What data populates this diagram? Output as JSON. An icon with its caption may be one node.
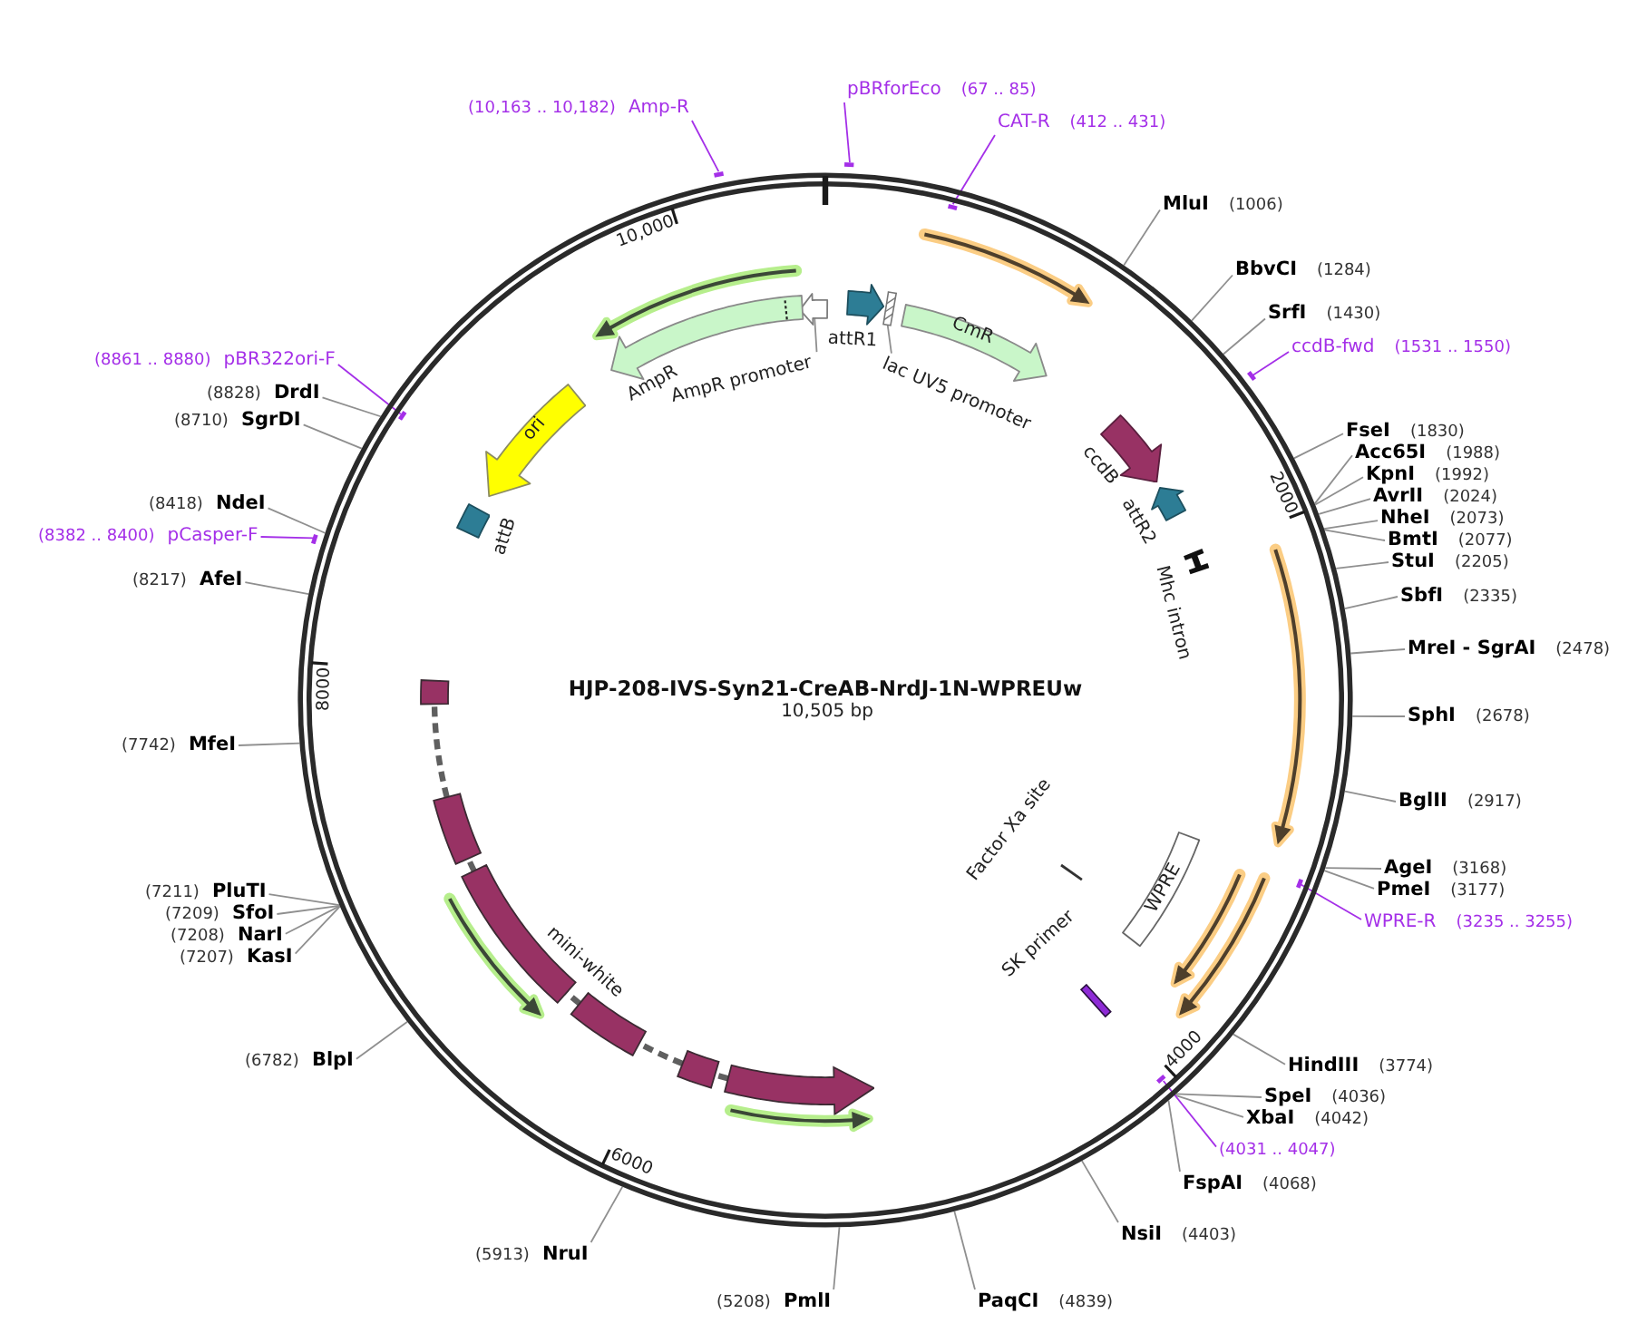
{
  "diagram": {
    "title": "HJP-208-IVS-Syn21-CreAB-NrdJ-1N-WPREUw",
    "nodes": [
      {
        "text": [],
        "shape": "circle"
      },
      {
        "text": [
          "pBRforEco",
          "(67 .. 85)"
        ]
      },
      {
        "text": [],
        "shape": "bar"
      },
      {
        "text": [
          "CAT-R",
          "(412 .. 431)"
        ]
      },
      {
        "text": [],
        "shape": "bar",
        "in": 0
      },
      {
        "text": [
          "MluI",
          "(1006)"
        ]
      },
      {
        "text": [
          "BbvCI",
          "(1284)"
        ]
      },
      {
        "text": [
          "SrfI",
          "(1430)"
        ]
      },
      {
        "text": [
          "ccdB-fwd",
          "(1531 .. 1550)"
        ]
      },
      {
        "text": [],
        "shape": "bar",
        "in": 0
      },
      {
        "text": [
          "FseI",
          "(1830)"
        ]
      },
      {
        "text": [
          "Acc65I",
          "(1988)"
        ]
      },
      {
        "text": [
          "KpnI",
          "(1992)"
        ]
      },
      {
        "text": [
          "AvrII",
          "(2024)"
        ]
      },
      {
        "text": [
          "NheI",
          "(2073)"
        ]
      },
      {
        "text": [
          "BmtI",
          "(2077)"
        ]
      },
      {
        "text": [
          "StuI",
          "(2205)"
        ]
      },
      {
        "text": [
          "SbfI",
          "(2335)"
        ]
      },
      {
        "text": [
          "MreI - SgrAI",
          "(2478)"
        ]
      },
      {
        "text": [
          "SphI",
          "(2678)"
        ]
      },
      {
        "text": [
          "BglII",
          "(2917)"
        ]
      },
      {
        "text": [
          "AgeI",
          "(3168)"
        ]
      },
      {
        "text": [
          "PmeI",
          "(3177)"
        ]
      },
      {
        "text": [
          "WPRE-R",
          "(3235 .. 3255)"
        ]
      },
      {
        "text": [],
        "shape": "bar",
        "in": 0
      },
      {
        "text": [
          "HindIII",
          "(3774)"
        ]
      },
      {
        "text": [
          "SpeI",
          "(4036)"
        ]
      },
      {
        "text": [
          "XbaI",
          "(4042)"
        ]
      },
      {
        "text": [
          "(4031 .. 4047)"
        ]
      },
      {
        "text": [],
        "shape": "bar",
        "in": 0
      },
      {
        "text": [
          "FspAI",
          "(4068)"
        ]
      },
      {
        "text": [
          "NsiI",
          "(4403)"
        ]
      },
      {
        "text": [
          "PaqCI",
          "(4839)"
        ]
      },
      {
        "text": [
          "(5208)",
          "PmlI"
        ]
      },
      {
        "text": [
          "(5913)",
          "NruI"
        ]
      },
      {
        "text": [
          "(6782)",
          "BlpI"
        ]
      },
      {
        "text": [
          "(7211)",
          "PluTI"
        ]
      },
      {
        "text": [
          "(7209)",
          "SfoI"
        ]
      },
      {
        "text": [
          "(7208)",
          "NarI"
        ]
      },
      {
        "text": [
          "(7207)",
          "KasI"
        ]
      },
      {
        "text": [
          "(7742)",
          "MfeI"
        ]
      },
      {
        "text": [
          "(8217)",
          "AfeI"
        ]
      },
      {
        "text": [
          "(8382 .. 8400)",
          "pCasper-F"
        ]
      },
      {
        "text": [],
        "shape": "bar",
        "in": 0
      },
      {
        "text": [
          "(8418)",
          "NdeI"
        ]
      },
      {
        "text": [
          "(8710)",
          "SgrDI"
        ]
      },
      {
        "text": [
          "(8828)",
          "DrdI"
        ]
      },
      {
        "text": [
          "(8861 .. 8880)",
          "pBR322ori-F"
        ]
      },
      {
        "text": [],
        "shape": "bar",
        "in": 0
      },
      {
        "text": [
          "(10,163 .. 10,182)",
          "Amp-R"
        ]
      },
      {
        "text": [],
        "shape": "bar"
      },
      {
        "text": [],
        "shape": "arrow",
        "in": 0
      },
      {
        "text": [
          "AmpR promoter"
        ],
        "in": 0
      },
      {
        "text": [
          "attR1"
        ],
        "in": 0
      },
      {
        "text": [],
        "shape": "box",
        "in": 0
      },
      {
        "text": [
          "lac UV5 promoter"
        ],
        "in": 0
      },
      {
        "text": [
          "CmR"
        ],
        "in": 0
      },
      {
        "text": [],
        "shape": "arrow",
        "in": 0
      },
      {
        "text": [
          "ccdB"
        ],
        "in": 0
      },
      {
        "text": [
          "attR2"
        ],
        "in": 0
      },
      {
        "text": [
          "Mhc intron"
        ],
        "in": 0
      },
      {
        "text": [],
        "shape": "arrow",
        "in": 0
      },
      {
        "text": [
          "WPRE"
        ],
        "in": 0
      },
      {
        "text": [],
        "shape": "arrow",
        "in": 0
      },
      {
        "text": [],
        "shape": "arrow",
        "in": 0
      },
      {
        "text": [
          "Factor Xa site"
        ],
        "in": 0
      },
      {
        "text": [
          "SK primer"
        ],
        "in": 0
      },
      {
        "text": [
          "mini-white"
        ],
        "in": 0
      },
      {
        "text": [],
        "shape": "arrow",
        "in": 0
      },
      {
        "text": [],
        "shape": "arrow",
        "in": 67
      },
      {
        "text": [
          "attB"
        ],
        "in": 0
      },
      {
        "text": [
          "ori"
        ],
        "in": 0
      },
      {
        "text": [
          "AmpR"
        ],
        "in": 0
      },
      {
        "text": [],
        "shape": "arrow",
        "in": 0
      }
    ],
    "edges": [
      {
        "from": 1,
        "to": 2,
        "arrow": "none",
        "color": "#a42fe8"
      },
      {
        "from": 3,
        "to": 4,
        "arrow": "none",
        "color": "#a42fe8"
      },
      {
        "from": 5,
        "to": 0,
        "arrow": "none"
      },
      {
        "from": 6,
        "to": 0,
        "arrow": "none"
      },
      {
        "from": 7,
        "to": 0,
        "arrow": "none"
      },
      {
        "from": 8,
        "to": 9,
        "arrow": "none",
        "color": "#a42fe8"
      },
      {
        "from": 10,
        "to": 0,
        "arrow": "none"
      },
      {
        "from": 11,
        "to": 0,
        "arrow": "none"
      },
      {
        "from": 12,
        "to": 0,
        "arrow": "none"
      },
      {
        "from": 13,
        "to": 0,
        "arrow": "none"
      },
      {
        "from": 14,
        "to": 0,
        "arrow": "none"
      },
      {
        "from": 15,
        "to": 0,
        "arrow": "none"
      },
      {
        "from": 16,
        "to": 0,
        "arrow": "none"
      },
      {
        "from": 17,
        "to": 0,
        "arrow": "none"
      },
      {
        "from": 18,
        "to": 0,
        "arrow": "none"
      },
      {
        "from": 19,
        "to": 0,
        "arrow": "none"
      },
      {
        "from": 20,
        "to": 0,
        "arrow": "none"
      },
      {
        "from": 21,
        "to": 0,
        "arrow": "none"
      },
      {
        "from": 22,
        "to": 0,
        "arrow": "none"
      },
      {
        "from": 23,
        "to": 24,
        "arrow": "none",
        "color": "#a42fe8"
      },
      {
        "from": 25,
        "to": 0,
        "arrow": "none"
      },
      {
        "from": 26,
        "to": 0,
        "arrow": "none"
      },
      {
        "from": 27,
        "to": 0,
        "arrow": "none"
      },
      {
        "from": 28,
        "to": 29,
        "arrow": "none",
        "color": "#a42fe8"
      },
      {
        "from": 30,
        "to": 0,
        "arrow": "none"
      },
      {
        "from": 31,
        "to": 0,
        "arrow": "none"
      },
      {
        "from": 32,
        "to": 0,
        "arrow": "none"
      },
      {
        "from": 33,
        "to": 0,
        "arrow": "none"
      },
      {
        "from": 34,
        "to": 0,
        "arrow": "none"
      },
      {
        "from": 35,
        "to": 0,
        "arrow": "none"
      },
      {
        "from": 36,
        "to": 0,
        "arrow": "none"
      },
      {
        "from": 37,
        "to": 0,
        "arrow": "none"
      },
      {
        "from": 38,
        "to": 0,
        "arrow": "none"
      },
      {
        "from": 39,
        "to": 0,
        "arrow": "none"
      },
      {
        "from": 40,
        "to": 0,
        "arrow": "none"
      },
      {
        "from": 41,
        "to": 0,
        "arrow": "none"
      },
      {
        "from": 42,
        "to": 43,
        "arrow": "none",
        "color": "#a42fe8"
      },
      {
        "from": 44,
        "to": 0,
        "arrow": "none"
      },
      {
        "from": 45,
        "to": 0,
        "arrow": "none"
      },
      {
        "from": 46,
        "to": 0,
        "arrow": "none"
      },
      {
        "from": 47,
        "to": 48,
        "arrow": "none",
        "color": "#a42fe8"
      },
      {
        "from": 49,
        "to": 50,
        "arrow": "none",
        "color": "#a42fe8"
      },
      {
        "from": 52,
        "to": 51,
        "arrow": "none"
      },
      {
        "from": 55,
        "to": 54,
        "arrow": "none"
      }
    ],
    "labels": [
      "10,505 bp",
      "10,000",
      "2000",
      "4000",
      "6000",
      "8000"
    ]
  }
}
